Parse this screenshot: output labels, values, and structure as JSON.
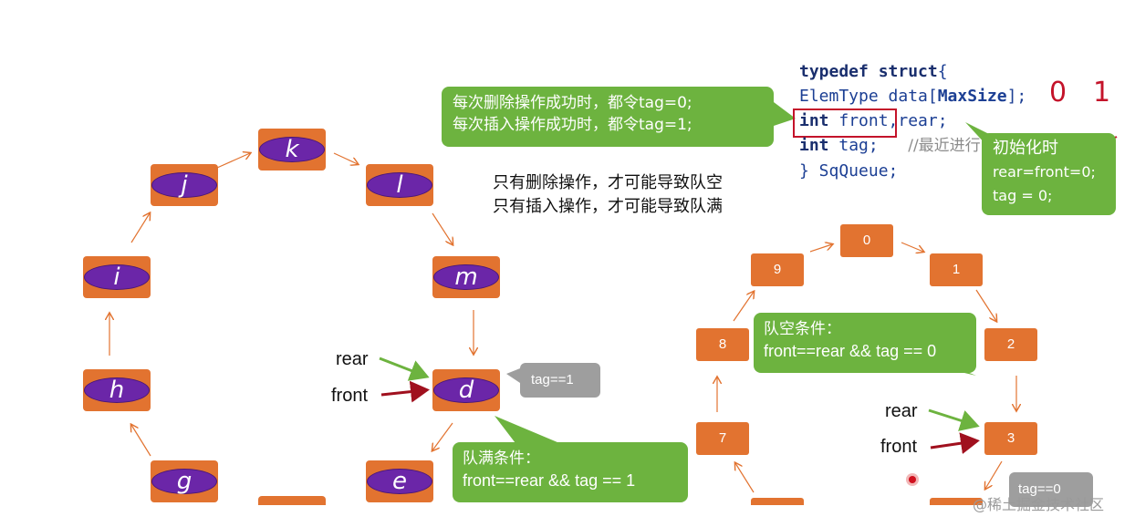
{
  "code": {
    "line1_kw": "typedef struct",
    "line1_brace": "{",
    "line2_a": "ElemType data[",
    "line2_b": "MaxSize",
    "line2_c": "];",
    "line3_kw": "int",
    "line3_rest": " front,rear;",
    "line4_kw": "int",
    "line4_rest": " tag;",
    "line4_comment": "//最近进行的是删除/插入",
    "line5": "} SqQueue;"
  },
  "annotations": {
    "digit_zero": "0",
    "digit_one": "1"
  },
  "callouts": {
    "tag_rule_line1": "每次删除操作成功时，都令tag=0;",
    "tag_rule_line2": "每次插入操作成功时，都令tag=1;",
    "init_title": "初始化时",
    "init_line1": "rear=front=0;",
    "init_line2": "tag = 0;",
    "full_title": "队满条件：",
    "full_cond": "front==rear && tag == 1",
    "empty_title": "队空条件：",
    "empty_cond": "front==rear && tag == 0",
    "left_tag": "tag==1",
    "right_tag": "tag==0"
  },
  "notes": {
    "line1": "只有删除操作，才可能导致队空",
    "line2": "只有插入操作，才可能导致队满"
  },
  "left_queue": {
    "nodes": [
      "k",
      "l",
      "m",
      "d",
      "e",
      "g",
      "h",
      "i",
      "j"
    ],
    "rear_label": "rear",
    "front_label": "front"
  },
  "right_queue": {
    "nodes": [
      "0",
      "1",
      "2",
      "3",
      "7",
      "8",
      "9"
    ],
    "rear_label": "rear",
    "front_label": "front"
  },
  "watermark": "@稀土掘金技术社区",
  "colors": {
    "node_orange": "#e27330",
    "node_purple": "#6b26a8",
    "callout_green": "#6db33f",
    "callout_gray": "#9e9e9e",
    "rear_arrow": "#6db33f",
    "front_arrow": "#a0101e",
    "highlight_red": "#c4132a"
  }
}
